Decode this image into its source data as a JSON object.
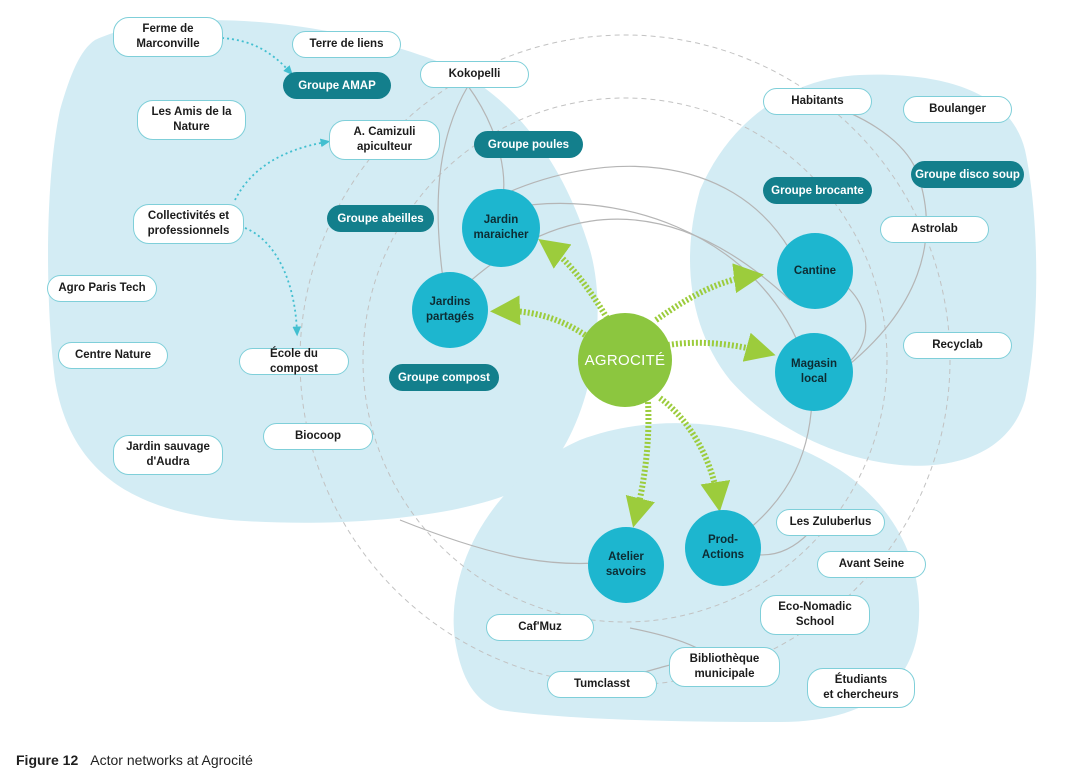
{
  "center_label": "AGROCITÉ",
  "caption": {
    "label": "Figure 12",
    "text": "Actor networks at Agrocité"
  },
  "hubs": {
    "jardin_maraicher": "Jardin\nmaraicher",
    "jardins_partages": "Jardins\npartagés",
    "cantine": "Cantine",
    "magasin_local": "Magasin\nlocal",
    "atelier_savoirs": "Atelier\nsavoirs",
    "prod_actions": "Prod-\nActions"
  },
  "groups": {
    "amap": "Groupe AMAP",
    "poules": "Groupe poules",
    "abeilles": "Groupe abeilles",
    "compost": "Groupe compost",
    "brocante": "Groupe brocante",
    "disco_soup": "Groupe disco soup"
  },
  "actors": {
    "ferme_marconville": "Ferme de\nMarconville",
    "terre_de_liens": "Terre de liens",
    "kokopelli": "Kokopelli",
    "amis_nature": "Les Amis de la\nNature",
    "camizuli": "A. Camizuli\napiculteur",
    "collectivites": "Collectivités et\nprofessionnels",
    "agro_paris_tech": "Agro Paris Tech",
    "centre_nature": "Centre Nature",
    "ecole_compost": "École du compost",
    "biocoop": "Biocoop",
    "jardin_sauvage": "Jardin sauvage\nd'Audra",
    "habitants": "Habitants",
    "boulanger": "Boulanger",
    "astrolab": "Astrolab",
    "recyclab": "Recyclab",
    "zuluberlus": "Les Zuluberlus",
    "avant_seine": "Avant Seine",
    "eco_nomadic": "Eco-Nomadic\nSchool",
    "cafmuz": "Caf'Muz",
    "bibliotheque": "Bibliothèque\nmunicipale",
    "tumclasst": "Tumclasst",
    "etudiants": "Étudiants\net chercheurs"
  },
  "colors": {
    "zone": "#d3ecf4",
    "hub": "#1db6cf",
    "group": "#137f8c",
    "center": "#8cc63f",
    "pill_border": "#7fcfd9",
    "arrow": "#9ccc3c"
  }
}
